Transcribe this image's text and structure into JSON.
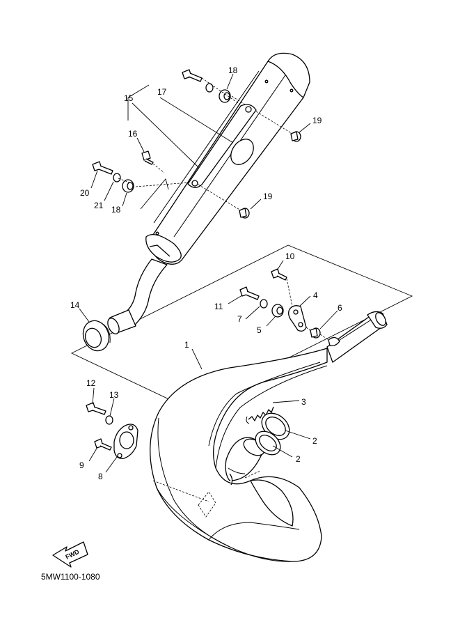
{
  "diagram_code": "5MW1100-1080",
  "fwd_label": "FWD",
  "callouts": {
    "c1": "1",
    "c2a": "2",
    "c2b": "2",
    "c3": "3",
    "c4": "4",
    "c5": "5",
    "c6": "6",
    "c7": "7",
    "c8": "8",
    "c9": "9",
    "c10": "10",
    "c11": "11",
    "c12": "12",
    "c13": "13",
    "c14": "14",
    "c15": "15",
    "c16": "16",
    "c17": "17",
    "c18a": "18",
    "c18b": "18",
    "c19a": "19",
    "c19b": "19",
    "c20": "20",
    "c21": "21"
  }
}
